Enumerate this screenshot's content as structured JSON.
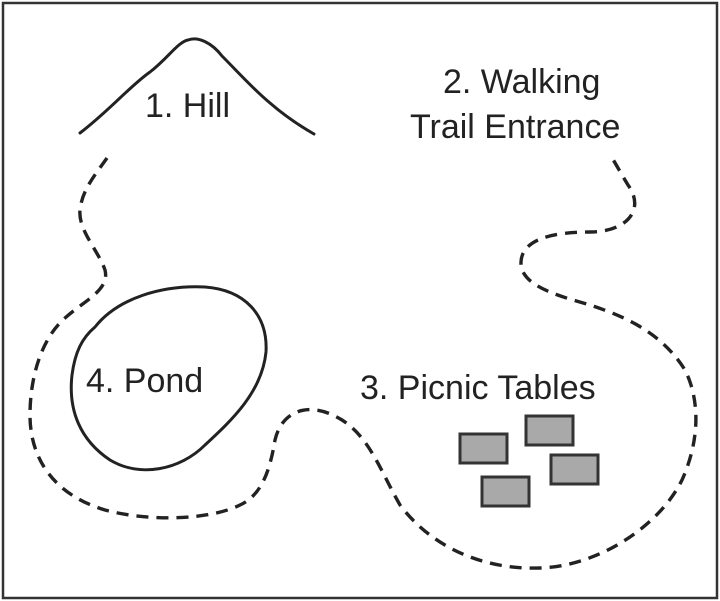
{
  "map": {
    "labels": {
      "hill": "1. Hill",
      "trail_line1": "2. Walking",
      "trail_line2": "Trail Entrance",
      "picnic": "3. Picnic Tables",
      "pond": "4. Pond"
    },
    "colors": {
      "stroke": "#222222",
      "table_fill": "#a9a9a9",
      "background": "#ffffff"
    }
  }
}
